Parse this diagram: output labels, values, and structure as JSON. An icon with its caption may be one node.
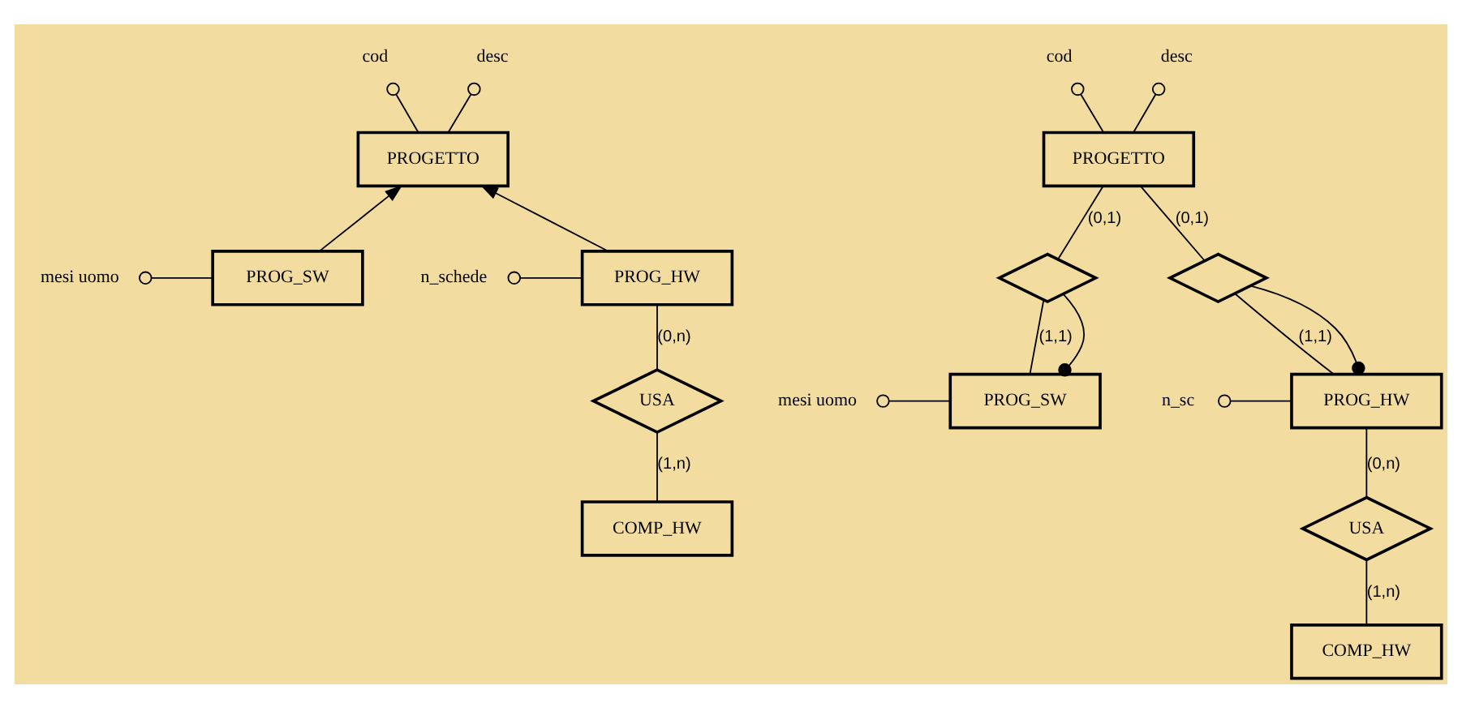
{
  "diagram": {
    "nodes": [
      {
        "text": [
          "PROGETTO"
        ]
      },
      {
        "text": [
          "cod"
        ]
      },
      {
        "text": [
          "desc"
        ]
      },
      {
        "text": [
          "PROG_SW"
        ]
      },
      {
        "text": [
          "mesi uomo"
        ]
      },
      {
        "text": [
          "PROG_HW"
        ]
      },
      {
        "text": [
          "n_schede"
        ]
      },
      {
        "text": [
          "USA"
        ]
      },
      {
        "text": [
          "COMP_HW"
        ]
      },
      {
        "text": [
          "PROGETTO"
        ]
      },
      {
        "text": [
          "cod"
        ]
      },
      {
        "text": [
          "desc"
        ]
      },
      {
        "text": [],
        "shape": "diamond"
      },
      {
        "text": [],
        "shape": "diamond"
      },
      {
        "text": [
          "PROG_SW"
        ]
      },
      {
        "text": [
          "mesi uomo"
        ]
      },
      {
        "text": [
          "PROG_HW"
        ]
      },
      {
        "text": [
          "n_sc"
        ]
      },
      {
        "text": [
          "USA"
        ]
      },
      {
        "text": [
          "COMP_HW"
        ]
      }
    ],
    "edges": [
      {
        "from": 1,
        "to": 0,
        "arrow": "other"
      },
      {
        "from": 2,
        "to": 0,
        "arrow": "other"
      },
      {
        "from": 3,
        "to": 0,
        "arrow": "to"
      },
      {
        "from": 5,
        "to": 0,
        "arrow": "to"
      },
      {
        "from": 4,
        "to": 3,
        "arrow": "other"
      },
      {
        "from": 6,
        "to": 5,
        "arrow": "other"
      },
      {
        "from": 5,
        "to": 7,
        "arrow": "none",
        "label": "(0,n)"
      },
      {
        "from": 7,
        "to": 8,
        "arrow": "none",
        "label": "(1,n)"
      },
      {
        "from": 10,
        "to": 9,
        "arrow": "other"
      },
      {
        "from": 11,
        "to": 9,
        "arrow": "other"
      },
      {
        "from": 9,
        "to": 12,
        "arrow": "none",
        "label": "(0,1)"
      },
      {
        "from": 12,
        "to": 14,
        "arrow": "none",
        "label": "(1,1)"
      },
      {
        "from": 9,
        "to": 13,
        "arrow": "none",
        "label": "(0,1)"
      },
      {
        "from": 13,
        "to": 16,
        "arrow": "none",
        "label": "(1,1)"
      },
      {
        "from": 15,
        "to": 14,
        "arrow": "other"
      },
      {
        "from": 17,
        "to": 16,
        "arrow": "other"
      },
      {
        "from": 14,
        "to": 12,
        "arrow": "other"
      },
      {
        "from": 16,
        "to": 13,
        "arrow": "other"
      },
      {
        "from": 16,
        "to": 18,
        "arrow": "none",
        "label": "(0,n)"
      },
      {
        "from": 18,
        "to": 19,
        "arrow": "none",
        "label": "(1,n)"
      }
    ]
  }
}
